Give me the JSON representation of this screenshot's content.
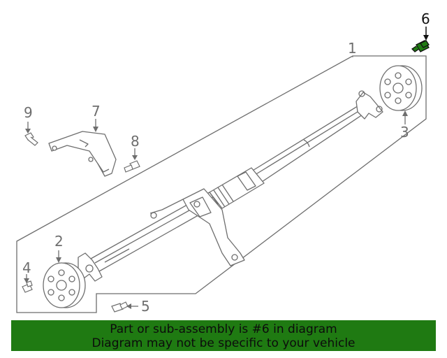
{
  "callouts": {
    "c1": "1",
    "c2": "2",
    "c3": "3",
    "c4": "4",
    "c5": "5",
    "c6": "6",
    "c7": "7",
    "c8": "8",
    "c9": "9"
  },
  "banner": {
    "line1": "Part or sub-assembly is #6 in diagram",
    "line2": "Diagram may not be specific to your vehicle"
  },
  "colors": {
    "banner_bg": "#1f7a12",
    "highlight_part": "#1f7a12",
    "line_art": "#6e6e6e"
  }
}
